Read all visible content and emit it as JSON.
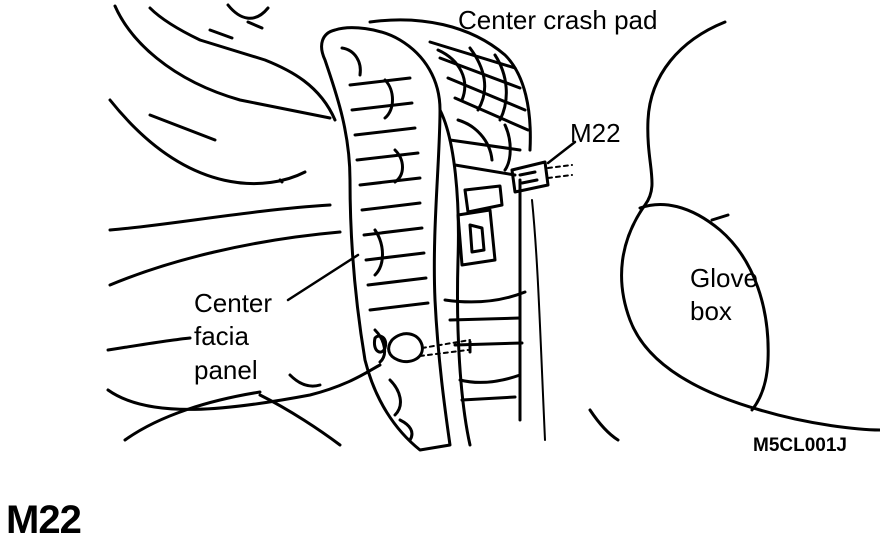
{
  "labels": {
    "center_crash_pad": "Center crash pad",
    "connector": "M22",
    "center_facia_panel": "Center\nfacia\npanel",
    "glove_box": "Glove\nbox",
    "figure_code": "M5CL001J"
  },
  "heading": "M22",
  "colors": {
    "ink": "#000000",
    "paper": "#ffffff"
  }
}
